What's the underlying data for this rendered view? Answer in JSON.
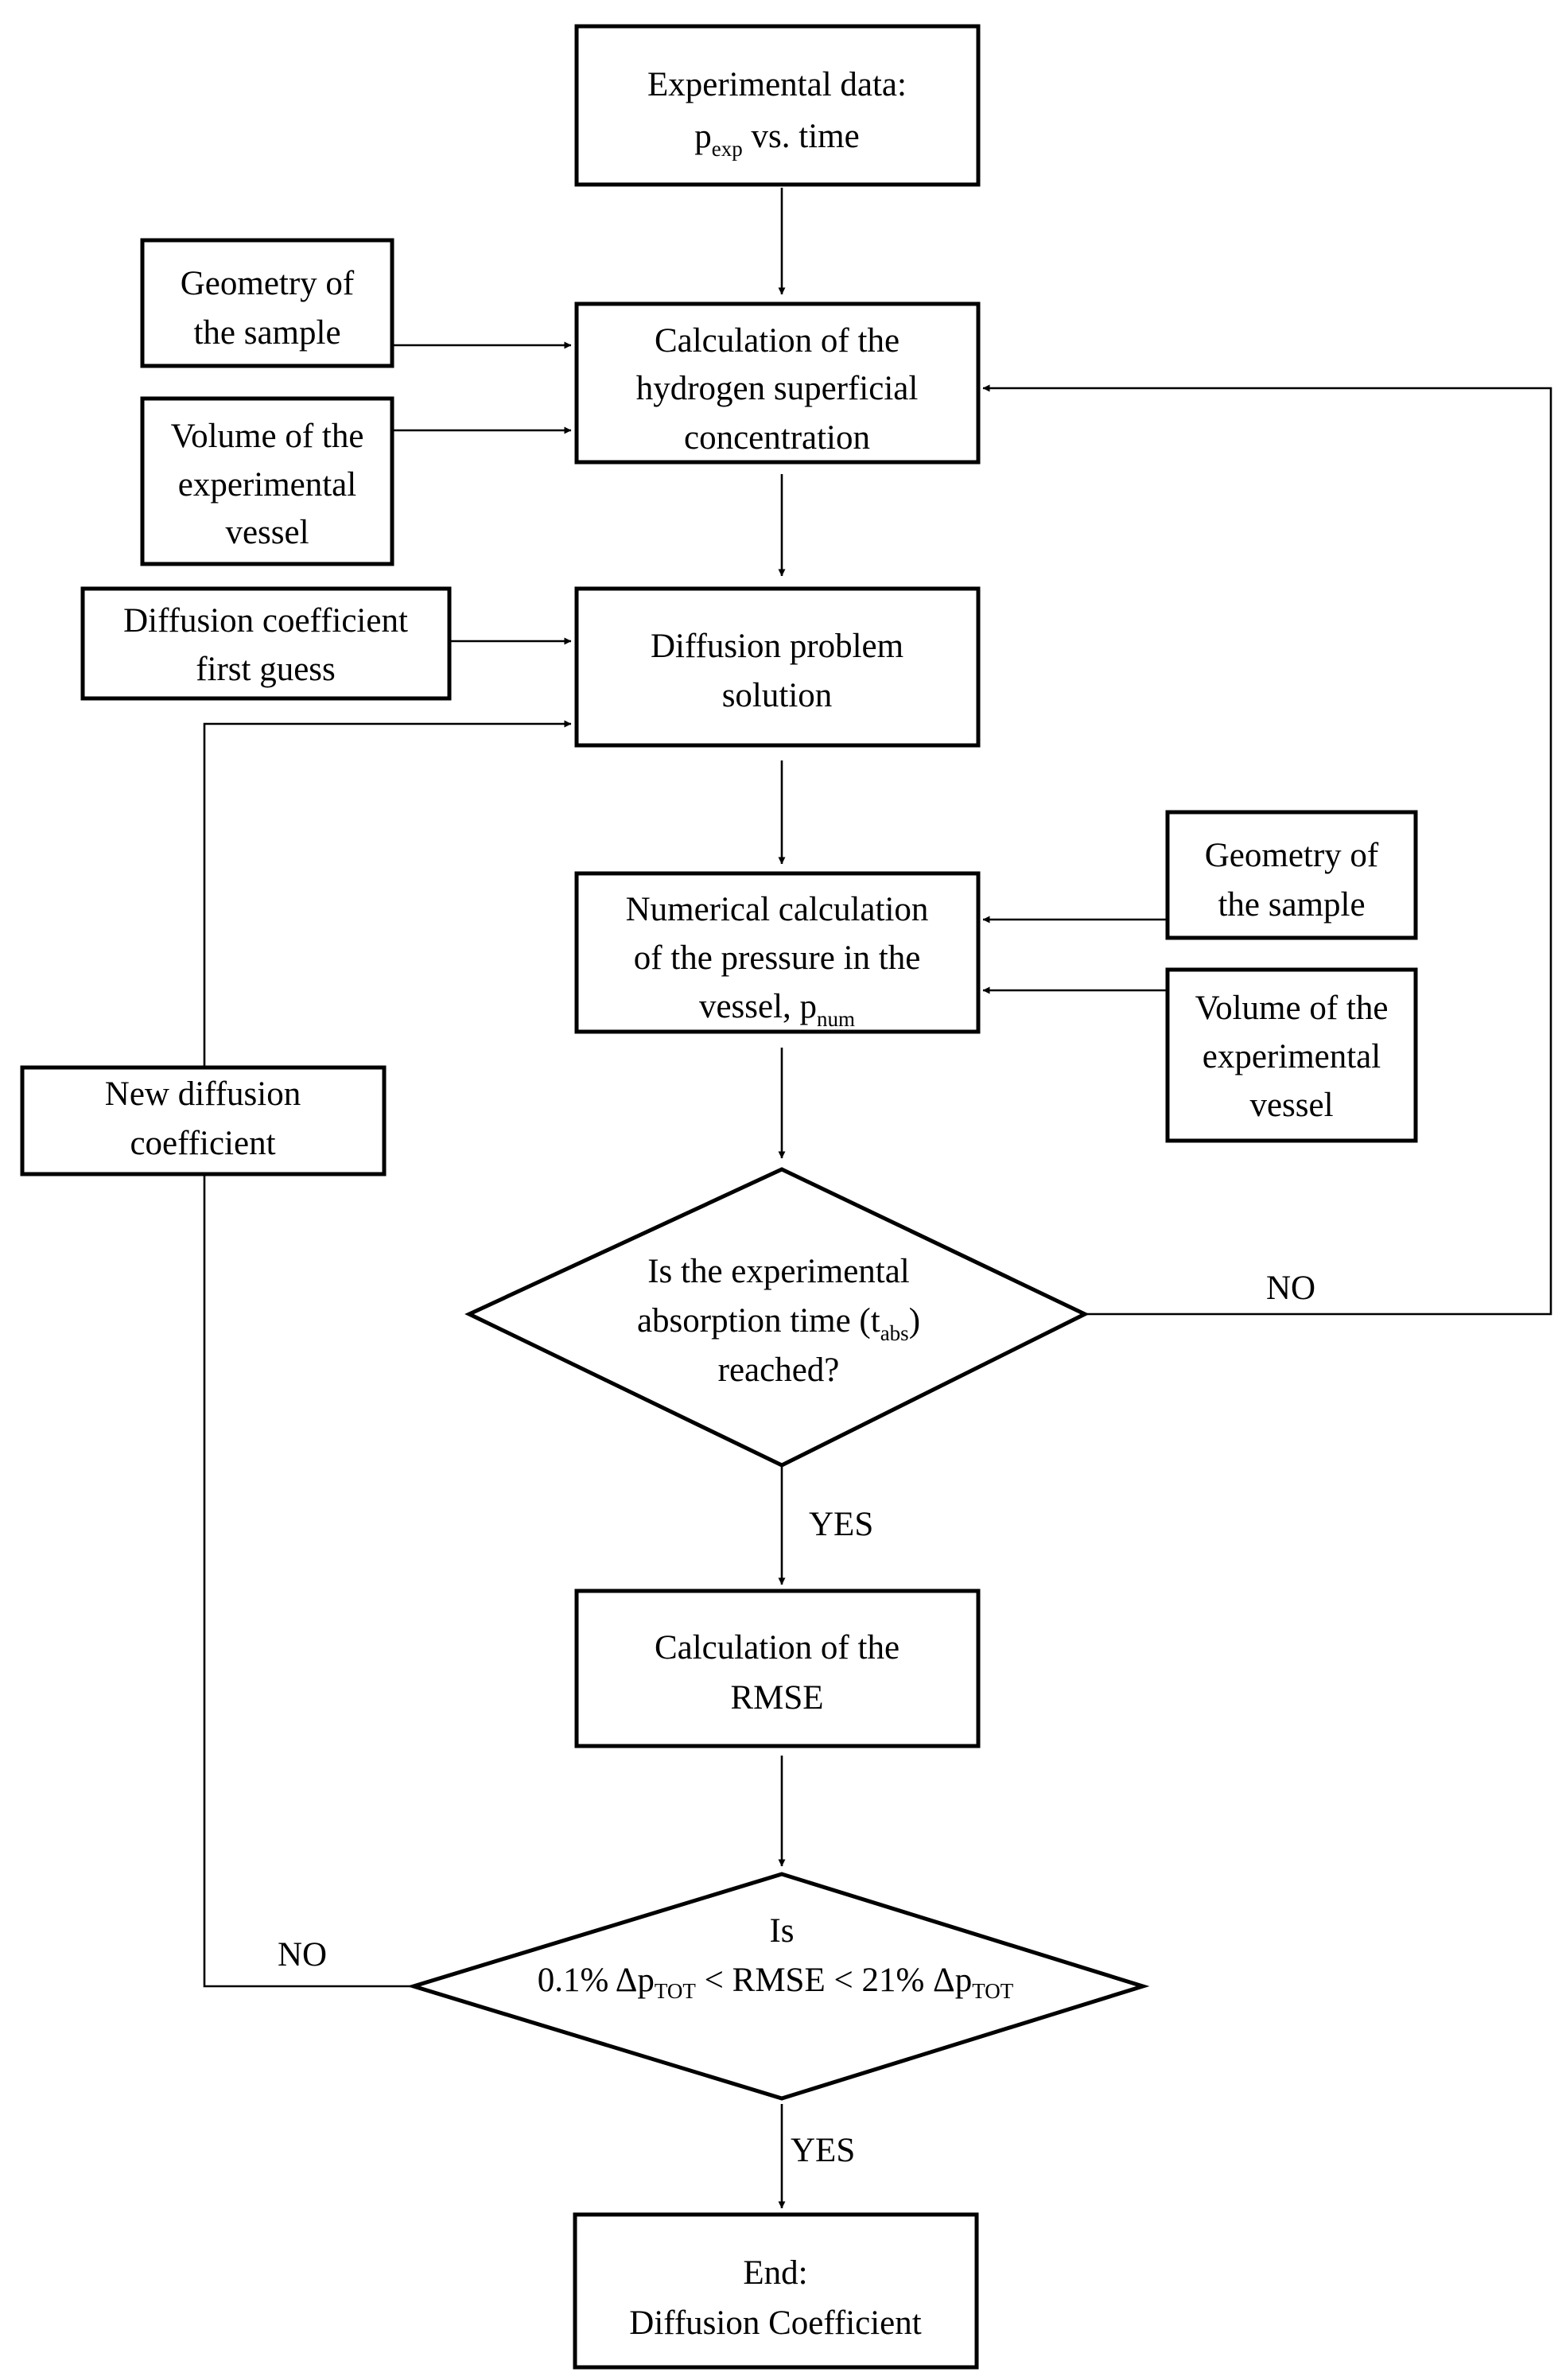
{
  "diagram": {
    "nodes": {
      "experimental_data": {
        "line1": "Experimental data:",
        "p": "p",
        "p_sub": "exp",
        "line2_rest": " vs. time"
      },
      "geometry_left": {
        "line1": "Geometry of",
        "line2": "the sample"
      },
      "calc_concentration": {
        "line1": "Calculation of the",
        "line2": "hydrogen superficial",
        "line3": "concentration"
      },
      "volume_left": {
        "line1": "Volume of the",
        "line2": "experimental",
        "line3": "vessel"
      },
      "diffusion_guess": {
        "line1": "Diffusion coefficient",
        "line2": "first guess"
      },
      "diffusion_solution": {
        "line1": "Diffusion problem",
        "line2": "solution"
      },
      "numerical_pressure": {
        "line1": "Numerical calculation",
        "line2": "of the pressure in the",
        "line3": "vessel, p",
        "p_sub": "num"
      },
      "geometry_right": {
        "line1": "Geometry of",
        "line2": "the sample"
      },
      "volume_right": {
        "line1": "Volume of the",
        "line2": "experimental",
        "line3": "vessel"
      },
      "new_diffusion": {
        "line1": "New diffusion",
        "line2": "coefficient"
      },
      "decision_time": {
        "line1": "Is the experimental",
        "line2": "absorption time (t",
        "t_sub": "abs",
        "line2_end": ")",
        "line3": "reached?"
      },
      "calc_rmse": {
        "line1": "Calculation of the",
        "line2": "RMSE"
      },
      "decision_rmse": {
        "line1": "Is",
        "part1": "0.1% Δp",
        "sub1": "TOT",
        "part2": " < RMSE < 21% Δp",
        "sub2": "TOT"
      },
      "end": {
        "line1": "End:",
        "line2": "Diffusion Coefficient"
      }
    },
    "edge_labels": {
      "time_no": "NO",
      "time_yes": "YES",
      "rmse_no": "NO",
      "rmse_yes": "YES"
    }
  }
}
